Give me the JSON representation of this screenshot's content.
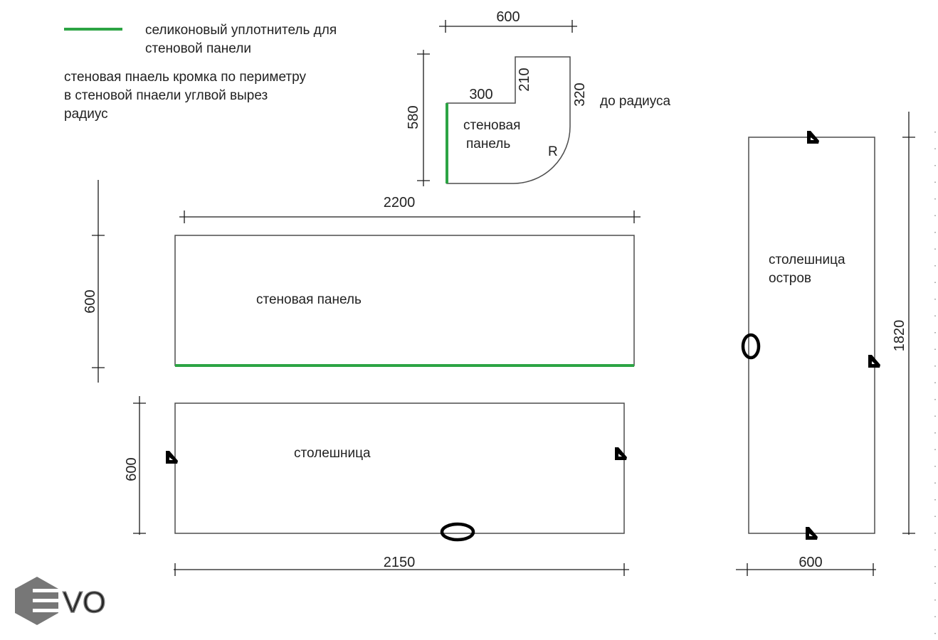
{
  "colors": {
    "seal": "#2ca444",
    "outline": "#4d4d4d",
    "logo": "#777777"
  },
  "legend": {
    "line1": "селиконовый уплотнитель для",
    "line2": "стеновой панели",
    "note1": "стеновая пнаель кромка по периметру",
    "note2": "в стеновой пнаели углвой вырез",
    "note3": "радиус"
  },
  "corner_panel": {
    "label1": "стеновая",
    "label2": "панель",
    "radius_label": "R",
    "dim_width": "600",
    "dim_height": "580",
    "dim_step_width": "300",
    "dim_step_height": "210",
    "dim_side": "320",
    "side_note": "до радиуса"
  },
  "wall_panel": {
    "label": "стеновая панель",
    "dim_width": "2200",
    "dim_height": "600"
  },
  "countertop": {
    "label": "столешница",
    "dim_width": "2150",
    "dim_height": "600"
  },
  "island": {
    "label1": "столешница",
    "label2": "остров",
    "dim_width": "600",
    "dim_height": "1820"
  },
  "logo": {
    "text": "VO"
  }
}
